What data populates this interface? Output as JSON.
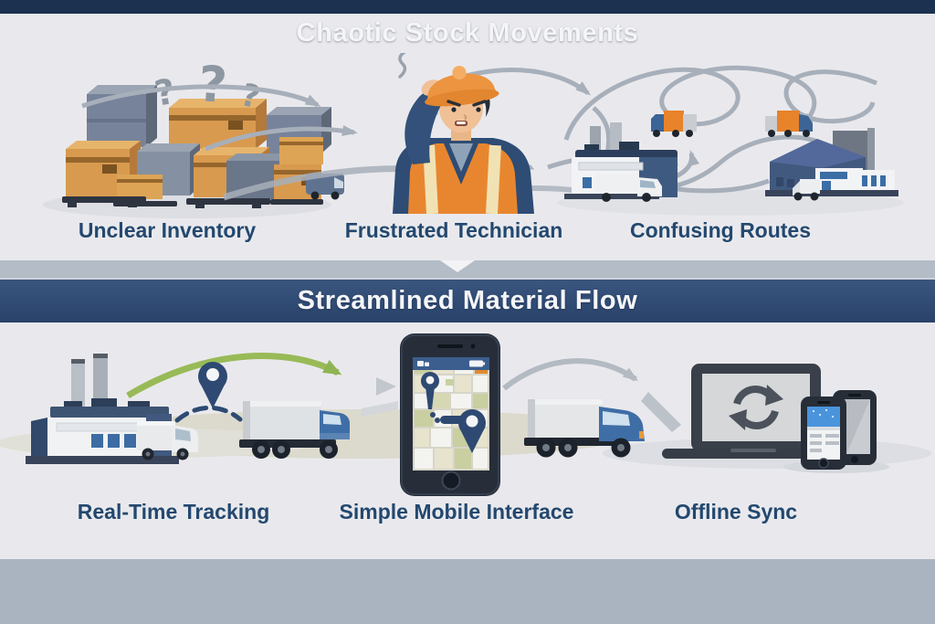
{
  "infographic": {
    "top_banner": {
      "title": "Chaotic Stock Movements"
    },
    "middle_banner": {
      "title": "Streamlined Material Flow"
    },
    "chaotic_row": {
      "labels": [
        "Unclear Inventory",
        "Frustrated Technician",
        "Confusing Routes"
      ],
      "question_marks": [
        "?",
        "?",
        "?"
      ]
    },
    "streamlined_row": {
      "labels": [
        "Real-Time Tracking",
        "Simple Mobile Interface",
        "Offline Sync"
      ]
    },
    "colors": {
      "top_strip": "#1c3150",
      "chaotic_banner": "#46597c",
      "streamlined_banner": "#2f4a73",
      "panel_background": "#e9e9ed",
      "transition_strip": "#b3bcc7",
      "bottom_bar": "#a9b4c0",
      "label_text": "#23486f",
      "banner_text": "#f4f5f7",
      "arrow_gray": "#a7afba",
      "flow_green": "#98ba57",
      "pin_navy": "#2e4a72",
      "safety_orange": "#e8862f",
      "cardboard_tan": "#d89a4f",
      "truck_blue": "#3f6ea6"
    }
  }
}
